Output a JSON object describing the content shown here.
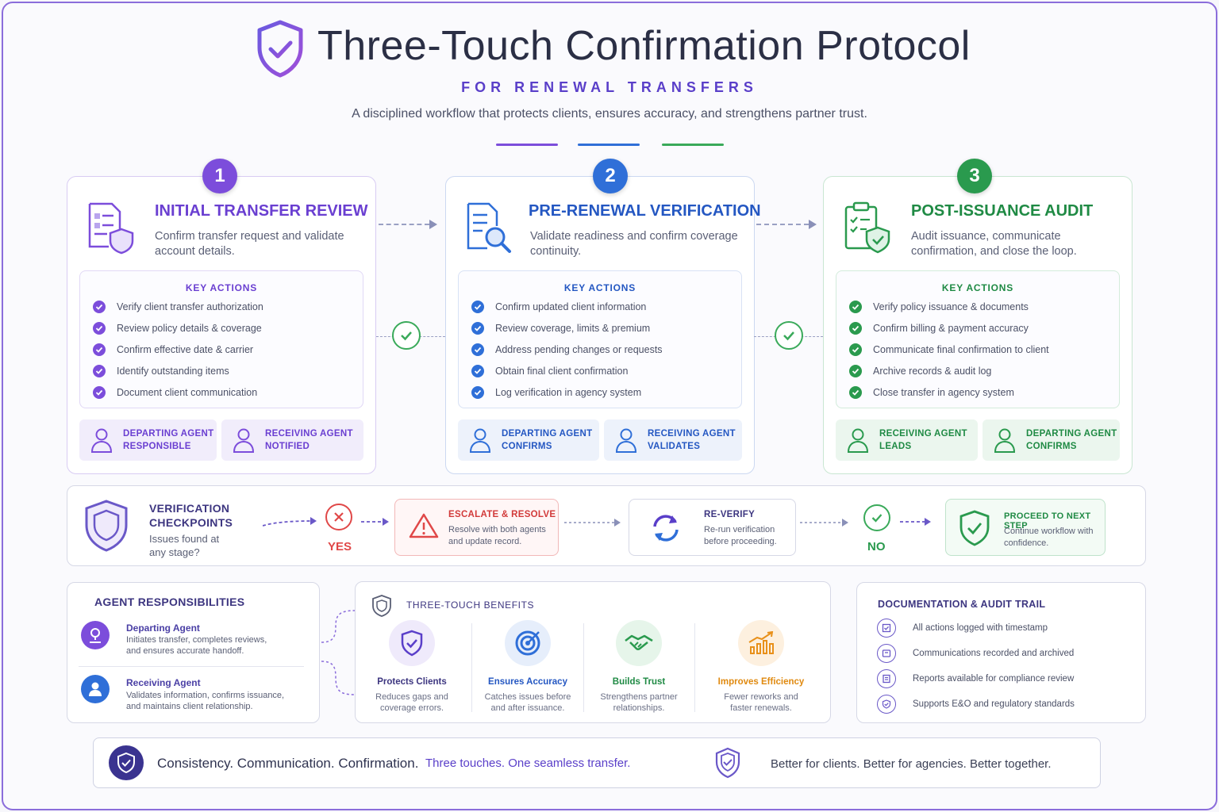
{
  "header": {
    "title": "Three-Touch Confirmation Protocol",
    "subtitle": "FOR RENEWAL TRANSFERS",
    "tagline": "A disciplined workflow that protects clients, ensures accuracy, and strengthens partner trust.",
    "icon": "shield-check-icon",
    "bar_colors": [
      "#7c4ddb",
      "#2f6fd8",
      "#3aaa5a"
    ]
  },
  "steps": [
    {
      "number": "1",
      "title": "INITIAL TRANSFER REVIEW",
      "description": "Confirm transfer request and validate account details.",
      "actions_heading": "KEY ACTIONS",
      "actions": [
        "Verify client transfer authorization",
        "Review policy details & coverage",
        "Confirm effective date & carrier",
        "Identify outstanding items",
        "Document client communication"
      ],
      "roles": [
        {
          "line1": "DEPARTING AGENT",
          "line2": "RESPONSIBLE"
        },
        {
          "line1": "RECEIVING AGENT",
          "line2": "NOTIFIED"
        }
      ],
      "color": "#7c4ddb"
    },
    {
      "number": "2",
      "title": "PRE-RENEWAL VERIFICATION",
      "description": "Validate readiness and confirm coverage continuity.",
      "actions_heading": "KEY ACTIONS",
      "actions": [
        "Confirm updated client information",
        "Review coverage, limits & premium",
        "Address pending changes or requests",
        "Obtain final client confirmation",
        "Log verification in agency system"
      ],
      "roles": [
        {
          "line1": "DEPARTING AGENT",
          "line2": "CONFIRMS"
        },
        {
          "line1": "RECEIVING AGENT",
          "line2": "VALIDATES"
        }
      ],
      "color": "#2f6fd8"
    },
    {
      "number": "3",
      "title": "POST-ISSUANCE AUDIT",
      "description": "Audit issuance, communicate confirmation, and close the loop.",
      "actions_heading": "KEY ACTIONS",
      "actions": [
        "Verify policy issuance & documents",
        "Confirm billing & payment accuracy",
        "Communicate final confirmation to client",
        "Archive records & audit log",
        "Close transfer in agency system"
      ],
      "roles": [
        {
          "line1": "RECEIVING AGENT",
          "line2": "LEADS"
        },
        {
          "line1": "DEPARTING AGENT",
          "line2": "CONFIRMS"
        }
      ],
      "color": "#2a9a4e"
    }
  ],
  "verification": {
    "title_line1": "VERIFICATION",
    "title_line2": "CHECKPOINTS",
    "question_line1": "Issues found at",
    "question_line2": "any stage?",
    "yes_label": "YES",
    "no_label": "NO",
    "escalate": {
      "title": "ESCALATE & RESOLVE",
      "line1": "Resolve with both agents",
      "line2": "and update record."
    },
    "reverify": {
      "title": "RE-VERIFY",
      "line1": "Re-run verification",
      "line2": "before proceeding."
    },
    "proceed": {
      "title": "PROCEED TO NEXT STEP",
      "line1": "Continue workflow with",
      "line2": "confidence."
    }
  },
  "agents": {
    "title": "AGENT RESPONSIBILITIES",
    "departing": {
      "name": "Departing Agent",
      "line1": "Initiates transfer, completes reviews,",
      "line2": "and ensures accurate handoff."
    },
    "receiving": {
      "name": "Receiving Agent",
      "line1": "Validates information, confirms issuance,",
      "line2": "and maintains client relationship."
    }
  },
  "benefits": {
    "title": "THREE-TOUCH BENEFITS",
    "items": [
      {
        "title": "Protects Clients",
        "line1": "Reduces gaps and",
        "line2": "coverage errors.",
        "color": "#5a3fc9",
        "icon": "shield-check-icon"
      },
      {
        "title": "Ensures Accuracy",
        "line1": "Catches issues before",
        "line2": "and after issuance.",
        "color": "#2f6fd8",
        "icon": "target-icon"
      },
      {
        "title": "Builds Trust",
        "line1": "Strengthens partner",
        "line2": "relationships.",
        "color": "#2a9a4e",
        "icon": "handshake-icon"
      },
      {
        "title": "Improves Efficiency",
        "line1": "Fewer reworks and",
        "line2": "faster renewals.",
        "color": "#e8901a",
        "icon": "chart-up-icon"
      }
    ]
  },
  "documentation": {
    "title": "DOCUMENTATION & AUDIT TRAIL",
    "items": [
      "All actions logged with timestamp",
      "Communications recorded and archived",
      "Reports available for compliance review",
      "Supports E&O and regulatory standards"
    ]
  },
  "footer": {
    "left_text": "Consistency. Communication. Confirmation.",
    "accent_text": "Three touches. One seamless transfer.",
    "right_text": "Better for clients. Better for agencies. Better together."
  }
}
